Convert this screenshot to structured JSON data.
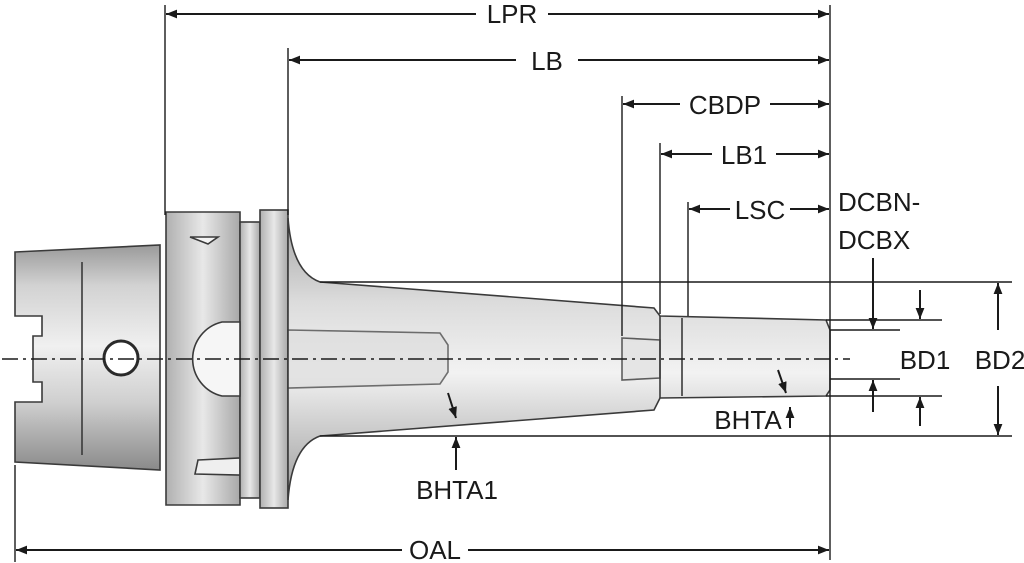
{
  "diagram": {
    "part": "shrink-fit tool holder",
    "labels": {
      "lpr": "LPR",
      "lb": "LB",
      "cbdp": "CBDP",
      "lb1": "LB1",
      "lsc": "LSC",
      "dcbn_line1": "DCBN-",
      "dcbn_line2": "DCBX",
      "bd1": "BD1",
      "bd2": "BD2",
      "bhta": "BHTA",
      "bhta1": "BHTA1",
      "oal": "OAL"
    },
    "colors": {
      "line": "#1a1a1a",
      "metal_light": "#e6e6e6",
      "metal_mid": "#c4c4c4",
      "metal_dark": "#8e8e8e",
      "outline": "#3a3a3a"
    }
  }
}
